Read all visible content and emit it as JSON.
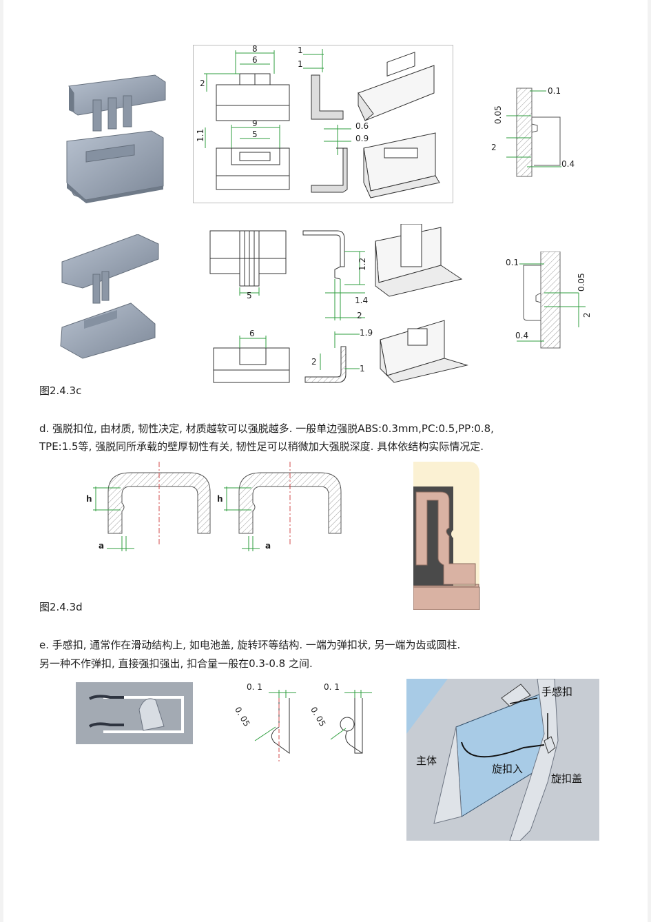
{
  "figure_c": {
    "caption": "图2.4.3c",
    "top_dims": {
      "d8": "8",
      "d6": "6",
      "d2": "2",
      "d1a": "1",
      "d1b": "1",
      "d11": "1.1",
      "d9": "9",
      "d5": "5",
      "d06": "0.6",
      "d09": "0.9"
    },
    "top_right_dims": {
      "d01": "0.1",
      "d005": "0.05",
      "d2": "2",
      "d04": "0.4"
    },
    "bottom_dims": {
      "d5": "5",
      "d12": "1.2",
      "d14": "1.4",
      "d2": "2",
      "d6": "6",
      "d19": "1.9",
      "d2b": "2",
      "d1": "1"
    },
    "bottom_right_dims": {
      "d01": "0.1",
      "d005": "0.05",
      "d2": "2",
      "d04": "0.4"
    }
  },
  "section_d": {
    "line1": "d. 强脱扣位, 由材质, 韧性决定, 材质越软可以强脱越多. 一般单边强脱ABS:0.3mm,PC:0.5,PP:0.8,",
    "line2": "TPE:1.5等, 强脱同所承载的壁厚韧性有关, 韧性足可以稍微加大强脱深度. 具体依结构实际情况定.",
    "dims": {
      "h1": "h",
      "a1": "a",
      "h2": "h",
      "a2": "a"
    },
    "caption": "图2.4.3d"
  },
  "section_e": {
    "line1": "e. 手感扣, 通常作在滑动结构上, 如电池盖, 旋转环等结构. 一端为弹扣状, 另一端为齿或圆柱.",
    "line2": "另一种不作弹扣, 直接强扣强出, 扣合量一般在0.3-0.8 之间.",
    "dims": {
      "d01a": "0. 1",
      "d005a": "0. 05",
      "d01b": "0. 1",
      "d005b": "0. 05"
    },
    "labels": {
      "grip": "手感扣",
      "main": "主体",
      "rotate_in": "旋扣入",
      "cover": "旋扣盖"
    }
  },
  "colors": {
    "part_fill": "#9ba6b5",
    "part_dark": "#6f7a88",
    "dim_green": "#2e9e3e",
    "hatch": "#888888",
    "sky": "#a8cbe6"
  }
}
